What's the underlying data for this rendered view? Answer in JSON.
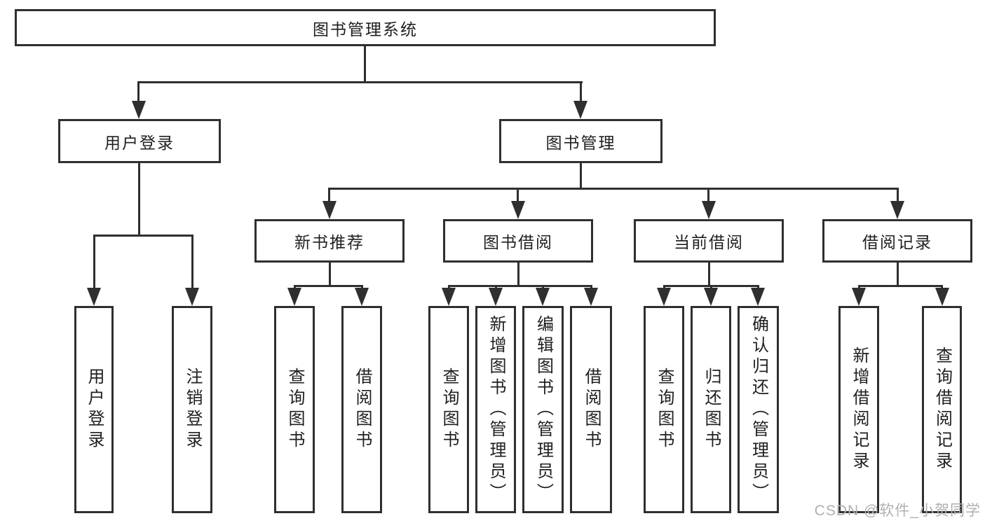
{
  "tree": {
    "root": {
      "label": "图书管理系统"
    },
    "children": [
      {
        "label": "用户登录",
        "children": [
          {
            "label": "用户登录"
          },
          {
            "label": "注销登录"
          }
        ]
      },
      {
        "label": "图书管理",
        "children": [
          {
            "label": "新书推荐",
            "children": [
              {
                "label": "查询图书"
              },
              {
                "label": "借阅图书"
              }
            ]
          },
          {
            "label": "图书借阅",
            "children": [
              {
                "label": "查询图书"
              },
              {
                "label": "新增图书（管理员）"
              },
              {
                "label": "编辑图书（管理员）"
              },
              {
                "label": "借阅图书"
              }
            ]
          },
          {
            "label": "当前借阅",
            "children": [
              {
                "label": "查询图书"
              },
              {
                "label": "归还图书"
              },
              {
                "label": "确认归还（管理员）"
              }
            ]
          },
          {
            "label": "借阅记录",
            "children": [
              {
                "label": "新增借阅记录"
              },
              {
                "label": "查询借阅记录"
              }
            ]
          }
        ]
      }
    ]
  },
  "watermark": {
    "text": "CSDN @软件_小贺同学"
  },
  "colors": {
    "line": "#2f2f2f",
    "text": "#1f1f1f",
    "bg": "#ffffff",
    "watermark": "#b0b0b0"
  }
}
